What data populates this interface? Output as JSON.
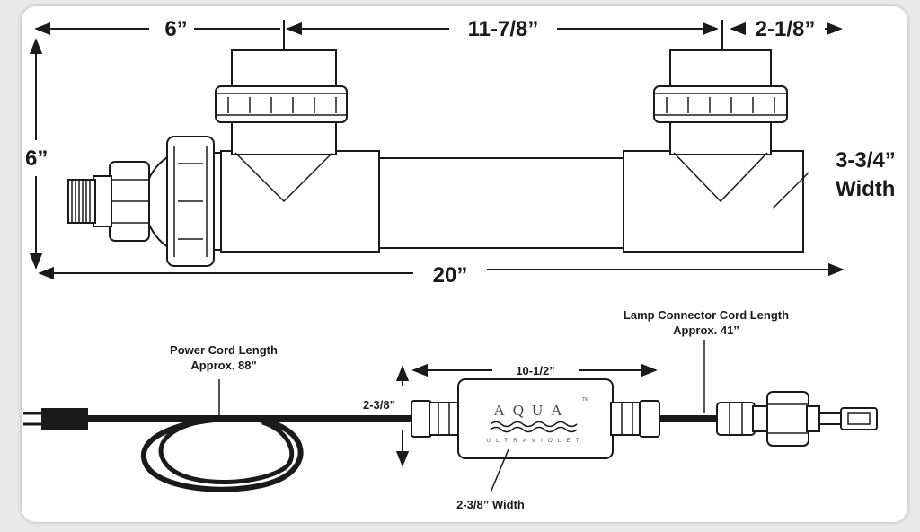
{
  "colors": {
    "stroke": "#1a1a1a",
    "background": "#ffffff",
    "frame": "#e9e9e9"
  },
  "dimensions": {
    "inlet_offset": "6”",
    "port_spacing": "11-7/8”",
    "outlet_offset": "2-1/8”",
    "height": "6”",
    "body_width_value": "3-3/4”",
    "body_width_label": "Width",
    "overall_length": "20”"
  },
  "ballast": {
    "brand": "AQUA",
    "trademark": "TM",
    "subbrand": "ULTRAVIOLET",
    "length": "10-1/2”",
    "height": "2-3/8”",
    "width": "2-3/8” Width"
  },
  "power_cord": {
    "title": "Power Cord Length",
    "value": "Approx. 88\""
  },
  "lamp_cord": {
    "title": "Lamp Connector Cord Length",
    "value": "Approx. 41”"
  }
}
